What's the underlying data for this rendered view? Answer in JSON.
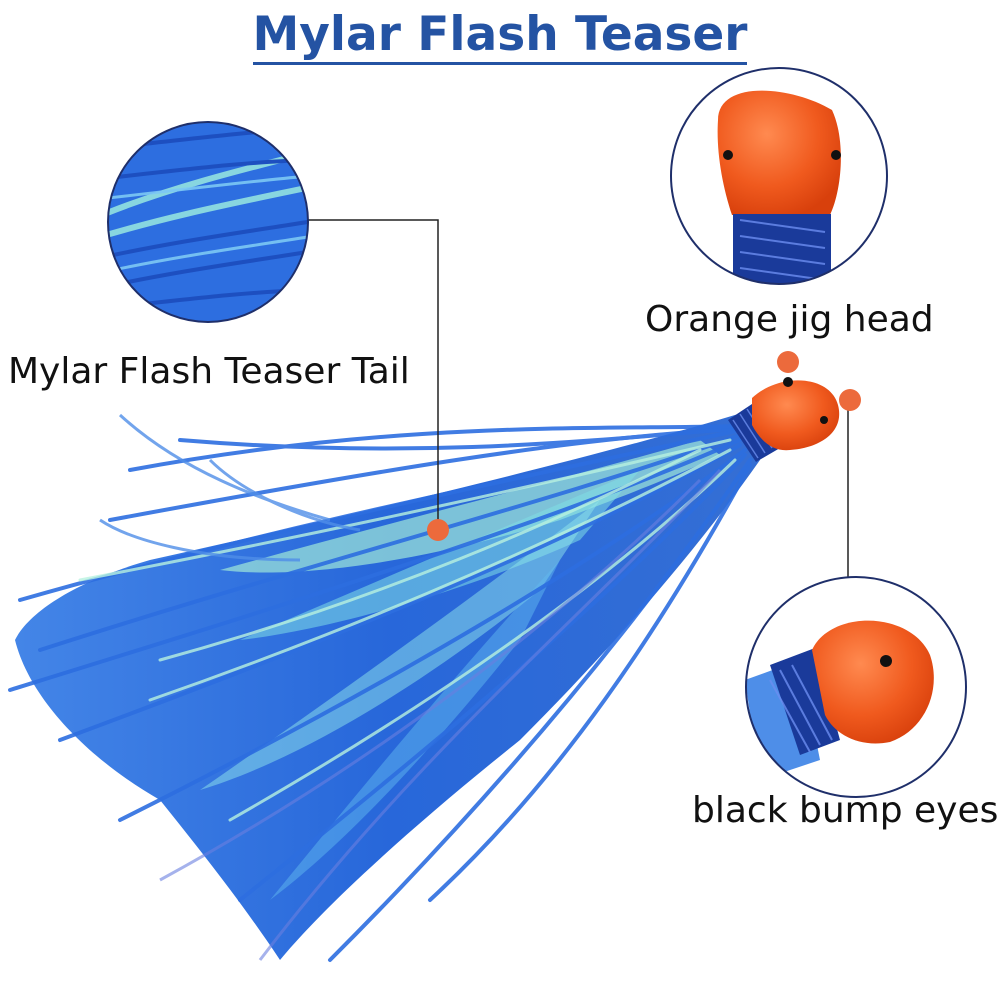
{
  "title": "Mylar Flash Teaser",
  "labels": {
    "tail": "Mylar Flash Teaser Tail",
    "head": "Orange jig head",
    "eyes": "black bump eyes"
  },
  "colors": {
    "title": "#2453a3",
    "skirt_blue": "#1e6fe0",
    "skirt_light": "#5fd6e8",
    "skirt_green": "#b9f5b0",
    "head_orange": "#f05a1e",
    "callout_dot": "#ec6a3c",
    "wrap_blue": "#1a3a9a"
  }
}
